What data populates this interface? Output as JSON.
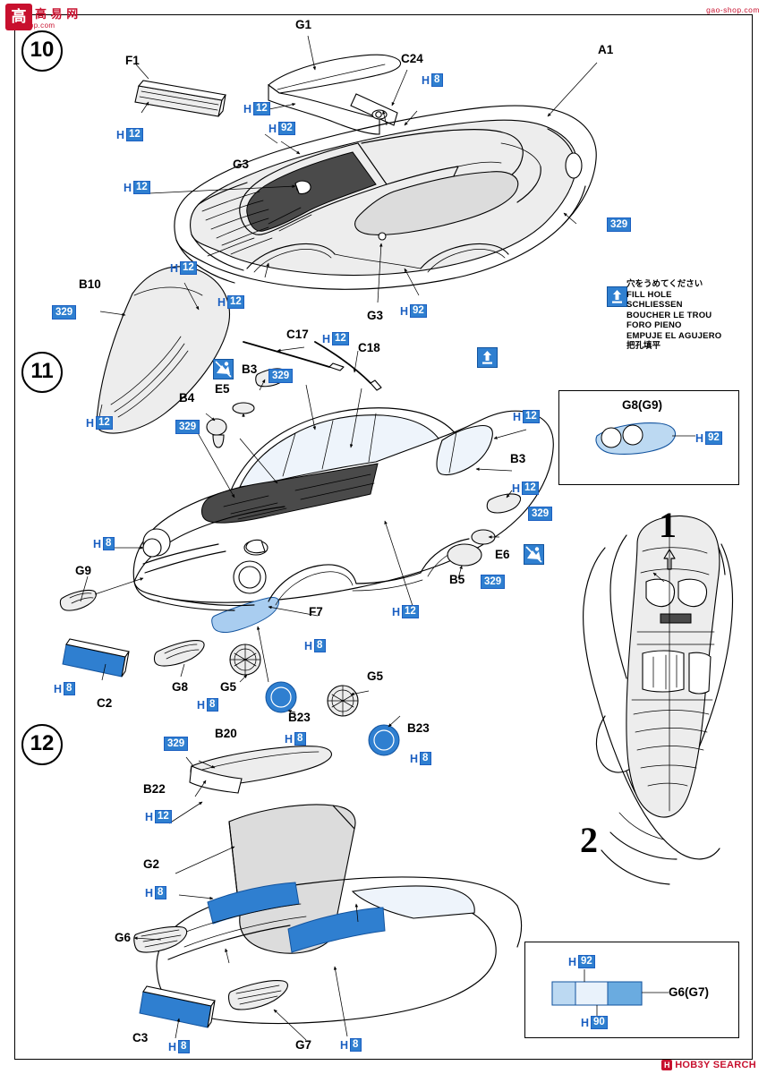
{
  "meta": {
    "logo_top_left": {
      "badge": "高",
      "brand": "高 易 网",
      "sub": "gao-shop.com"
    },
    "logo_top_right": "gao-shop.com",
    "logo_bottom_right": {
      "badge": "H",
      "text": "HOB3Y SEARCH"
    }
  },
  "steps": [
    {
      "id": "step-10",
      "label": "10"
    },
    {
      "id": "step-11",
      "label": "11"
    },
    {
      "id": "step-12",
      "label": "12"
    }
  ],
  "big_numbers": [
    {
      "id": "hand-step-1",
      "label": "1"
    },
    {
      "id": "hand-step-2",
      "label": "2"
    }
  ],
  "legend_fill_hole": {
    "title_jp": "穴をうめてください",
    "lines": [
      "FILL HOLE",
      "SCHLIESSEN",
      "BOUCHER LE TROU",
      "FORO PIENO",
      "EMPUJE EL AGUJERO"
    ],
    "line_cn": "把孔填平"
  },
  "insets": [
    {
      "id": "inset-g8-g9",
      "title": "G8(G9)",
      "tag": {
        "h": "H",
        "n": "92"
      }
    },
    {
      "id": "inset-g6-g7",
      "title": "G6(G7)",
      "tags": [
        {
          "h": "H",
          "n": "92"
        },
        {
          "h": "H",
          "n": "90"
        }
      ]
    }
  ],
  "part_labels": [
    {
      "id": "p-g1",
      "text": "G1"
    },
    {
      "id": "p-c24",
      "text": "C24"
    },
    {
      "id": "p-a1",
      "text": "A1"
    },
    {
      "id": "p-f1",
      "text": "F1"
    },
    {
      "id": "p-g3a",
      "text": "G3"
    },
    {
      "id": "p-g3b",
      "text": "G3"
    },
    {
      "id": "p-b10",
      "text": "B10"
    },
    {
      "id": "p-c17",
      "text": "C17"
    },
    {
      "id": "p-c18",
      "text": "C18"
    },
    {
      "id": "p-b3a",
      "text": "B3"
    },
    {
      "id": "p-b3b",
      "text": "B3"
    },
    {
      "id": "p-b4",
      "text": "B4"
    },
    {
      "id": "p-e5",
      "text": "E5"
    },
    {
      "id": "p-e6",
      "text": "E6"
    },
    {
      "id": "p-b5",
      "text": "B5"
    },
    {
      "id": "p-f7",
      "text": "F7"
    },
    {
      "id": "p-g9",
      "text": "G9"
    },
    {
      "id": "p-g8",
      "text": "G8"
    },
    {
      "id": "p-c2",
      "text": "C2"
    },
    {
      "id": "p-g5a",
      "text": "G5"
    },
    {
      "id": "p-g5b",
      "text": "G5"
    },
    {
      "id": "p-b23a",
      "text": "B23"
    },
    {
      "id": "p-b23b",
      "text": "B23"
    },
    {
      "id": "p-b20",
      "text": "B20"
    },
    {
      "id": "p-b22",
      "text": "B22"
    },
    {
      "id": "p-g2",
      "text": "G2"
    },
    {
      "id": "p-g6",
      "text": "G6"
    },
    {
      "id": "p-g7",
      "text": "G7"
    },
    {
      "id": "p-c3",
      "text": "C3"
    }
  ],
  "h_tags": [
    {
      "id": "h-1",
      "h": "H",
      "n": "8"
    },
    {
      "id": "h-2",
      "h": "H",
      "n": "12"
    },
    {
      "id": "h-3",
      "h": "H",
      "n": "12"
    },
    {
      "id": "h-4",
      "h": "H",
      "n": "12"
    },
    {
      "id": "h-5",
      "h": "H",
      "n": "12"
    },
    {
      "id": "h-6",
      "h": "H",
      "n": "92"
    },
    {
      "id": "h-7",
      "h": "H",
      "n": "92"
    },
    {
      "id": "h-8",
      "h": "H",
      "n": "12"
    },
    {
      "id": "h-9",
      "h": "H",
      "n": "12"
    },
    {
      "id": "h-10",
      "h": "H",
      "n": "12"
    },
    {
      "id": "h-11",
      "h": "H",
      "n": "12"
    },
    {
      "id": "h-12",
      "h": "H",
      "n": "12"
    },
    {
      "id": "h-13",
      "h": "H",
      "n": "12"
    },
    {
      "id": "h-14",
      "h": "H",
      "n": "8"
    },
    {
      "id": "h-15",
      "h": "H",
      "n": "8"
    },
    {
      "id": "h-16",
      "h": "H",
      "n": "8"
    },
    {
      "id": "h-17",
      "h": "H",
      "n": "8"
    },
    {
      "id": "h-18",
      "h": "H",
      "n": "8"
    },
    {
      "id": "h-19",
      "h": "H",
      "n": "8"
    },
    {
      "id": "h-20",
      "h": "H",
      "n": "12"
    },
    {
      "id": "h-21",
      "h": "H",
      "n": "8"
    },
    {
      "id": "h-22",
      "h": "H",
      "n": "8"
    },
    {
      "id": "h-23",
      "h": "H",
      "n": "8"
    }
  ],
  "tags_329": [
    {
      "id": "t329-1",
      "text": "329"
    },
    {
      "id": "t329-2",
      "text": "329"
    },
    {
      "id": "t329-3",
      "text": "329"
    },
    {
      "id": "t329-4",
      "text": "329"
    },
    {
      "id": "t329-5",
      "text": "329"
    },
    {
      "id": "t329-6",
      "text": "329"
    },
    {
      "id": "t329-7",
      "text": "329"
    }
  ]
}
